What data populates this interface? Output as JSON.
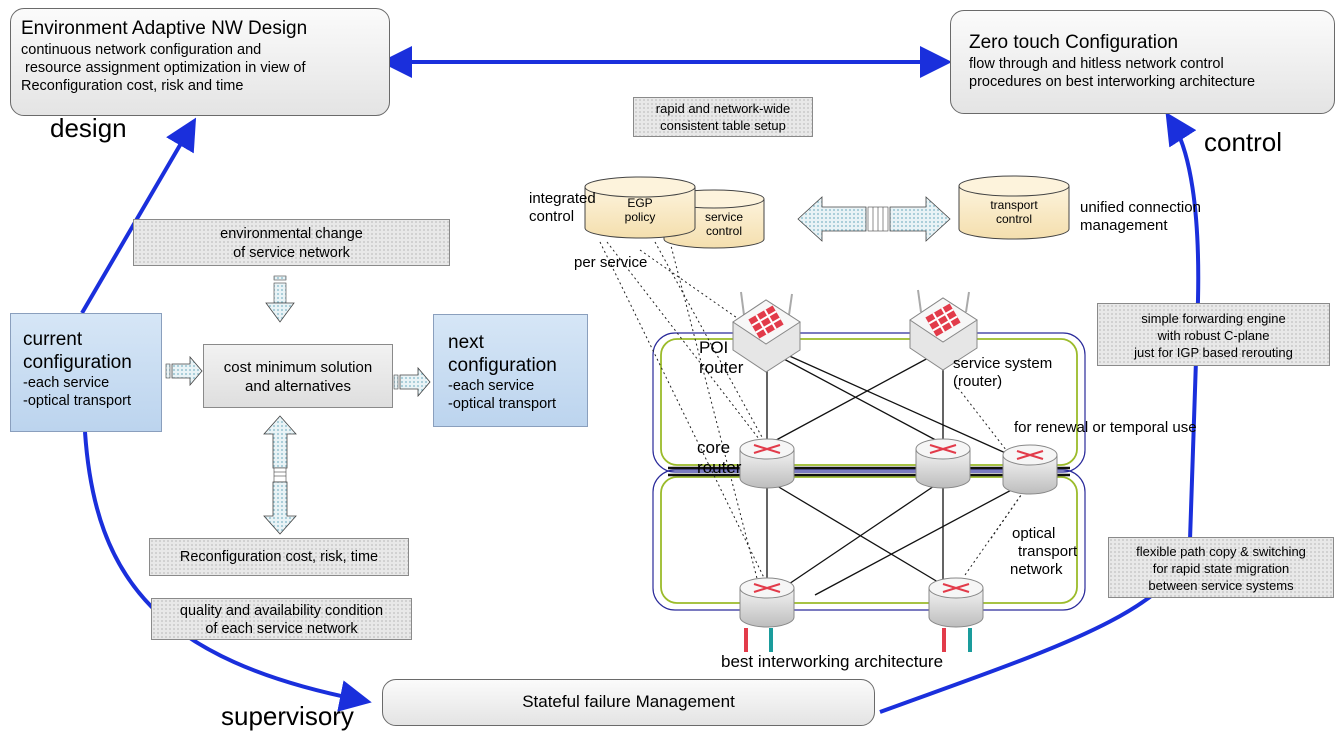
{
  "top_left": {
    "title": "Environment Adaptive NW Design",
    "lines": [
      "continuous network configuration and",
      " resource assignment optimization in view of",
      "Reconfiguration cost, risk and time"
    ]
  },
  "top_right": {
    "title": "Zero touch Configuration",
    "lines": [
      "flow through and hitless network control",
      "procedures on best interworking architecture"
    ]
  },
  "bottom": {
    "title": "Stateful failure Management"
  },
  "labels": {
    "design": "design",
    "control": "control",
    "supervisory": "supervisory",
    "integrated_control": [
      "integrated",
      "control"
    ],
    "per_service": "per service",
    "unified_connection": [
      "unified connection",
      "management"
    ],
    "poi_router": [
      "POI",
      "router"
    ],
    "service_system": [
      "service system",
      "(router)"
    ],
    "temporal_use": "for renewal or temporal use",
    "core_router": [
      "core",
      "router"
    ],
    "optical_transport": [
      "optical",
      "transport",
      "network"
    ],
    "best_interworking": "best interworking architecture"
  },
  "gray_notes": {
    "rapid_setup": [
      "rapid and network-wide",
      "consistent table setup"
    ],
    "env_change": [
      "environmental change",
      "of service network"
    ],
    "reconfig_cost": "Reconfiguration cost, risk, time",
    "quality": [
      "quality and availability condition",
      "of each service network"
    ],
    "simple_forwarding": [
      "simple forwarding engine",
      "with robust C-plane",
      "just for IGP based rerouting"
    ],
    "flexible_path": [
      "flexible path copy & switching",
      "for rapid state migration",
      "between service systems"
    ]
  },
  "current_config": {
    "title": [
      "current",
      "configuration"
    ],
    "items": [
      "-each service",
      "-optical transport"
    ]
  },
  "next_config": {
    "title": [
      "next",
      "configuration"
    ],
    "items": [
      "-each service",
      "-optical transport"
    ]
  },
  "cost_minimum": [
    "cost minimum solution",
    "and alternatives"
  ],
  "cylinders": {
    "egp": [
      "EGP",
      "policy"
    ],
    "service": [
      "service",
      "control"
    ],
    "transport": [
      "transport",
      "control"
    ]
  },
  "colors": {
    "arrow_blue": "#1a2fdc",
    "box_blue": "#c9dcf1",
    "cylinder": "#fbeccb",
    "ring_green": "#9bbb2a",
    "ring_blue": "#2a2a9a",
    "router_red": "#e23b4a"
  }
}
